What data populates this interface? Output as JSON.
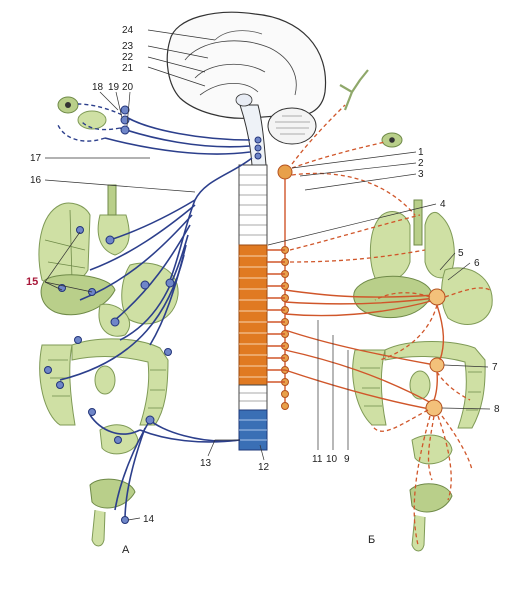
{
  "labels": {
    "n1": "1",
    "n2": "2",
    "n3": "3",
    "n4": "4",
    "n5": "5",
    "n6": "6",
    "n7": "7",
    "n8": "8",
    "n9": "9",
    "n10": "10",
    "n11": "11",
    "n12": "12",
    "n13": "13",
    "n14": "14",
    "n15": "15",
    "n16": "16",
    "n17": "17",
    "n18": "18",
    "n19": "19",
    "n20": "20",
    "n21": "21",
    "n22": "22",
    "n23": "23",
    "n24": "24"
  },
  "panels": {
    "left": "А",
    "right": "Б"
  },
  "colors": {
    "parasympathetic": "#2c3f8c",
    "sympathetic": "#d0562a",
    "organs": "#cfe0a4",
    "spinal_cord_orange": "#e07a22",
    "spinal_cord_blue": "#3a6fb5"
  }
}
